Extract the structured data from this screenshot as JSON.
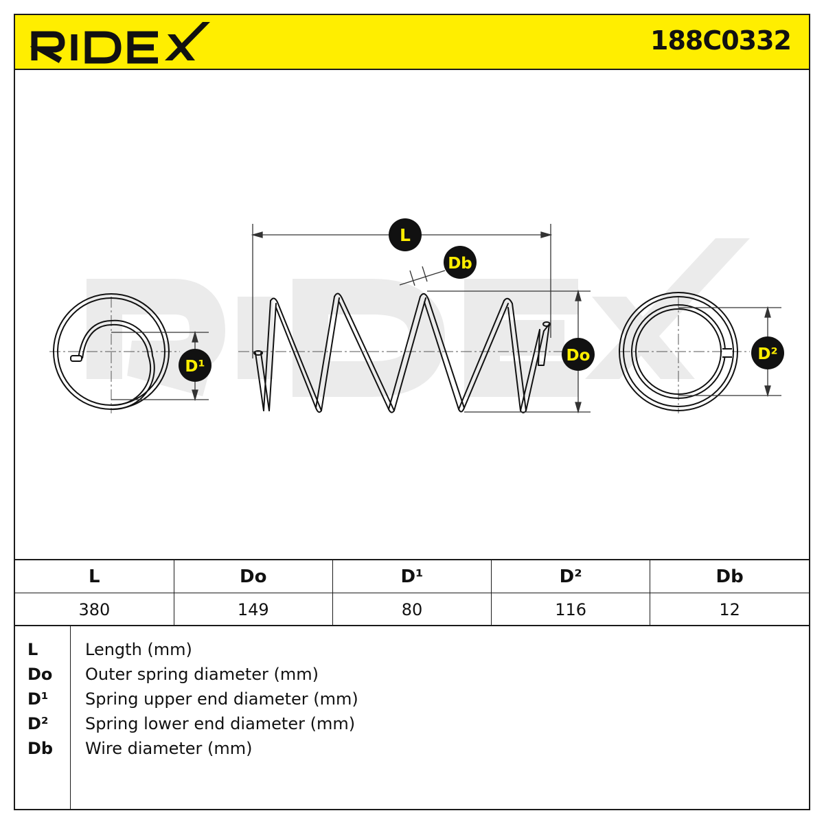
{
  "header": {
    "brand": "RIDEX",
    "part_code": "188C0332",
    "colors": {
      "header_bg": "#ffee00",
      "badge_bg": "#111111",
      "badge_text": "#ffee00",
      "watermark": "#e9e9e9"
    }
  },
  "diagram": {
    "badges": {
      "length": "L",
      "wire": "Db",
      "outer": "Do",
      "upper": "D¹",
      "lower": "D²"
    }
  },
  "spec_table": {
    "columns": [
      "L",
      "Do",
      "D¹",
      "D²",
      "Db"
    ],
    "values": [
      "380",
      "149",
      "80",
      "116",
      "12"
    ]
  },
  "legend": [
    {
      "key": "L",
      "desc": "Length (mm)"
    },
    {
      "key": "Do",
      "desc": "Outer spring diameter (mm)"
    },
    {
      "key": "D¹",
      "desc": "Spring upper end diameter (mm)"
    },
    {
      "key": "D²",
      "desc": "Spring lower end diameter (mm)"
    },
    {
      "key": "Db",
      "desc": "Wire diameter (mm)"
    }
  ]
}
